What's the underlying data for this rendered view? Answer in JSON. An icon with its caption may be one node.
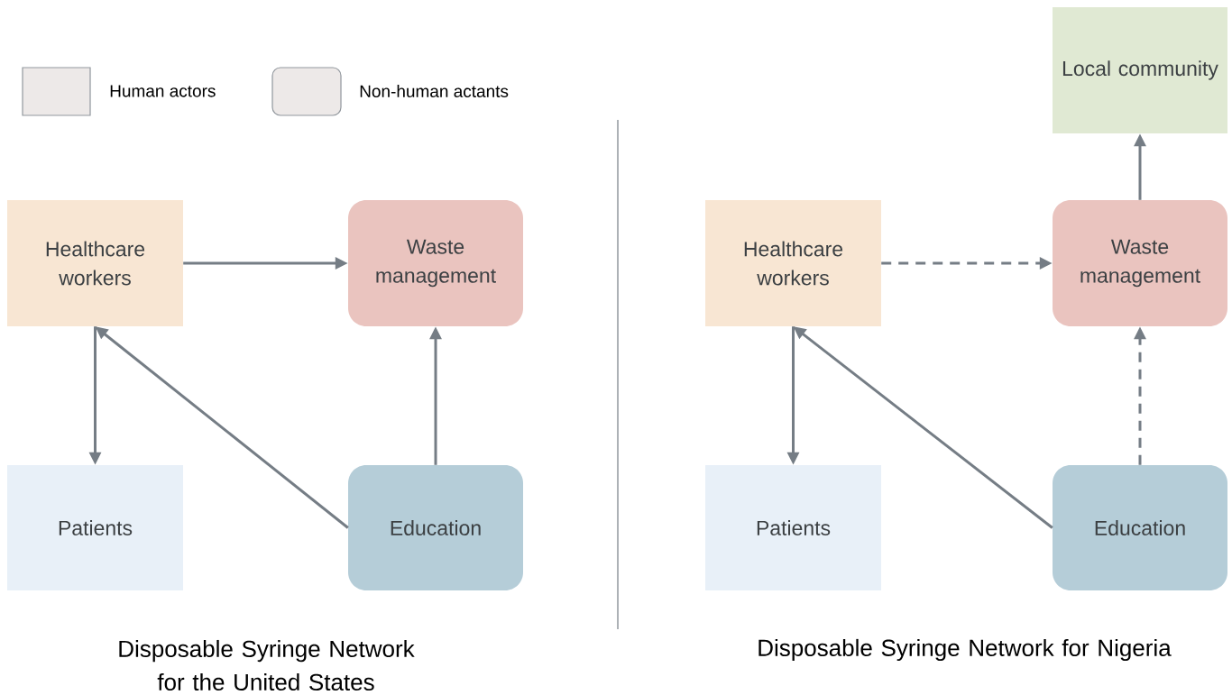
{
  "diagram": {
    "nodes": [
      {
        "text": [
          "Healthcare workers"
        ]
      },
      {
        "text": [
          "Waste management"
        ]
      },
      {
        "text": [
          "Patients"
        ]
      },
      {
        "text": [
          "Education"
        ]
      },
      {
        "text": [
          "Local community"
        ]
      },
      {
        "text": [
          "Healthcare workers"
        ]
      },
      {
        "text": [
          "Waste management"
        ]
      },
      {
        "text": [
          "Patients"
        ]
      },
      {
        "text": [
          "Education"
        ]
      }
    ],
    "edges": [
      {
        "from": 0,
        "to": 1,
        "arrow": "to"
      },
      {
        "from": 0,
        "to": 2,
        "arrow": "to"
      },
      {
        "from": 3,
        "to": 0,
        "arrow": "to"
      },
      {
        "from": 3,
        "to": 1,
        "arrow": "to"
      },
      {
        "from": 6,
        "to": 4,
        "arrow": "to"
      },
      {
        "from": 5,
        "to": 6,
        "arrow": "to",
        "style": "dashed"
      },
      {
        "from": 5,
        "to": 7,
        "arrow": "to"
      },
      {
        "from": 8,
        "to": 5,
        "arrow": "to"
      },
      {
        "from": 8,
        "to": 6,
        "arrow": "to",
        "style": "dashed"
      }
    ],
    "labels": [
      "Disposable Syringe Network for the United States",
      "Disposable Syringe Network for Nigeria"
    ],
    "legend": [
      {
        "text": "Human actors",
        "color": "#ede9e8"
      },
      {
        "text": "Non-human actants",
        "color": "#ede9e8"
      }
    ]
  }
}
